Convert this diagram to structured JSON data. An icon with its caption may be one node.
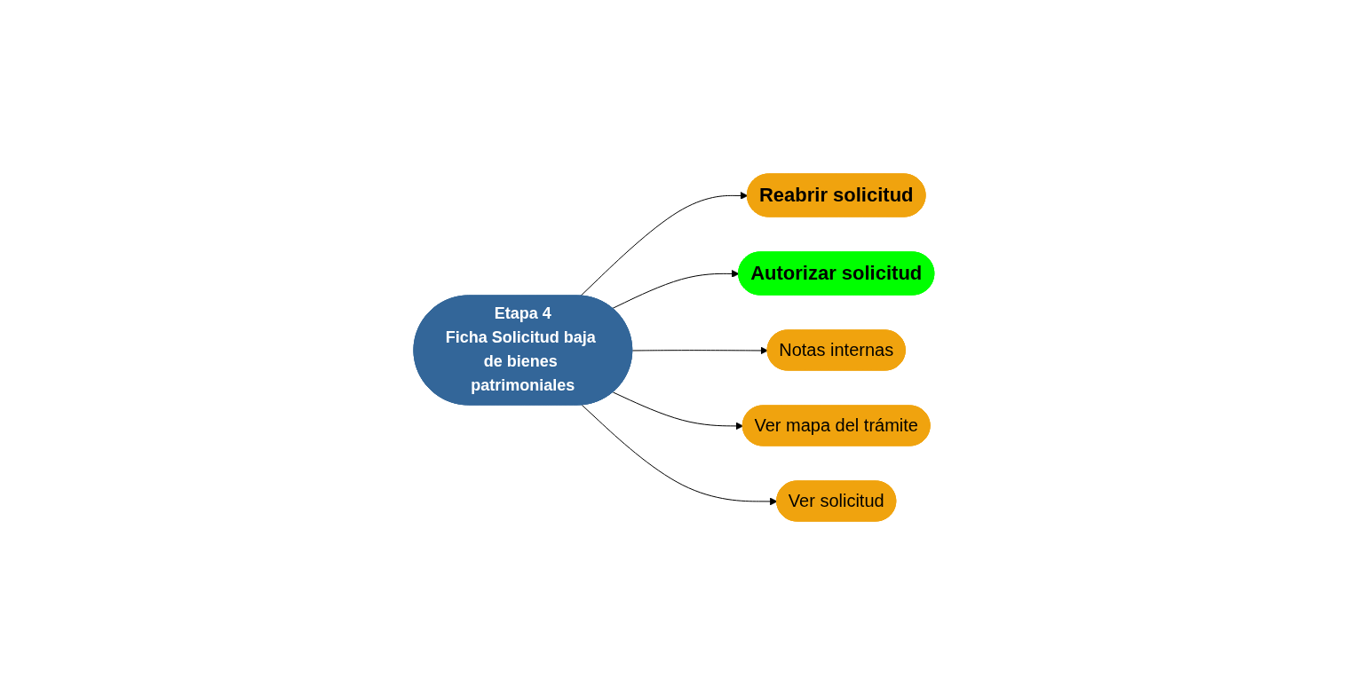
{
  "diagram": {
    "nodes": [
      {
        "text": [
          "Reabrir solicitud"
        ]
      },
      {
        "text": [
          "Autorizar solicitud"
        ]
      },
      {
        "text": [
          "Etapa 4",
          "Ficha Solicitud baja de bienes patrimoniales"
        ]
      },
      {
        "text": [
          "Notas internas"
        ]
      },
      {
        "text": [
          "Ver solicitud"
        ]
      },
      {
        "text": [
          "Ver mapa del trámite"
        ]
      }
    ],
    "edges": [
      {
        "from": 2,
        "to": 0,
        "arrow": "to"
      },
      {
        "from": 2,
        "to": 1,
        "arrow": "to"
      },
      {
        "from": 2,
        "to": 3,
        "arrow": "to"
      },
      {
        "from": 2,
        "to": 5,
        "arrow": "to"
      },
      {
        "from": 2,
        "to": 4,
        "arrow": "to"
      }
    ]
  }
}
